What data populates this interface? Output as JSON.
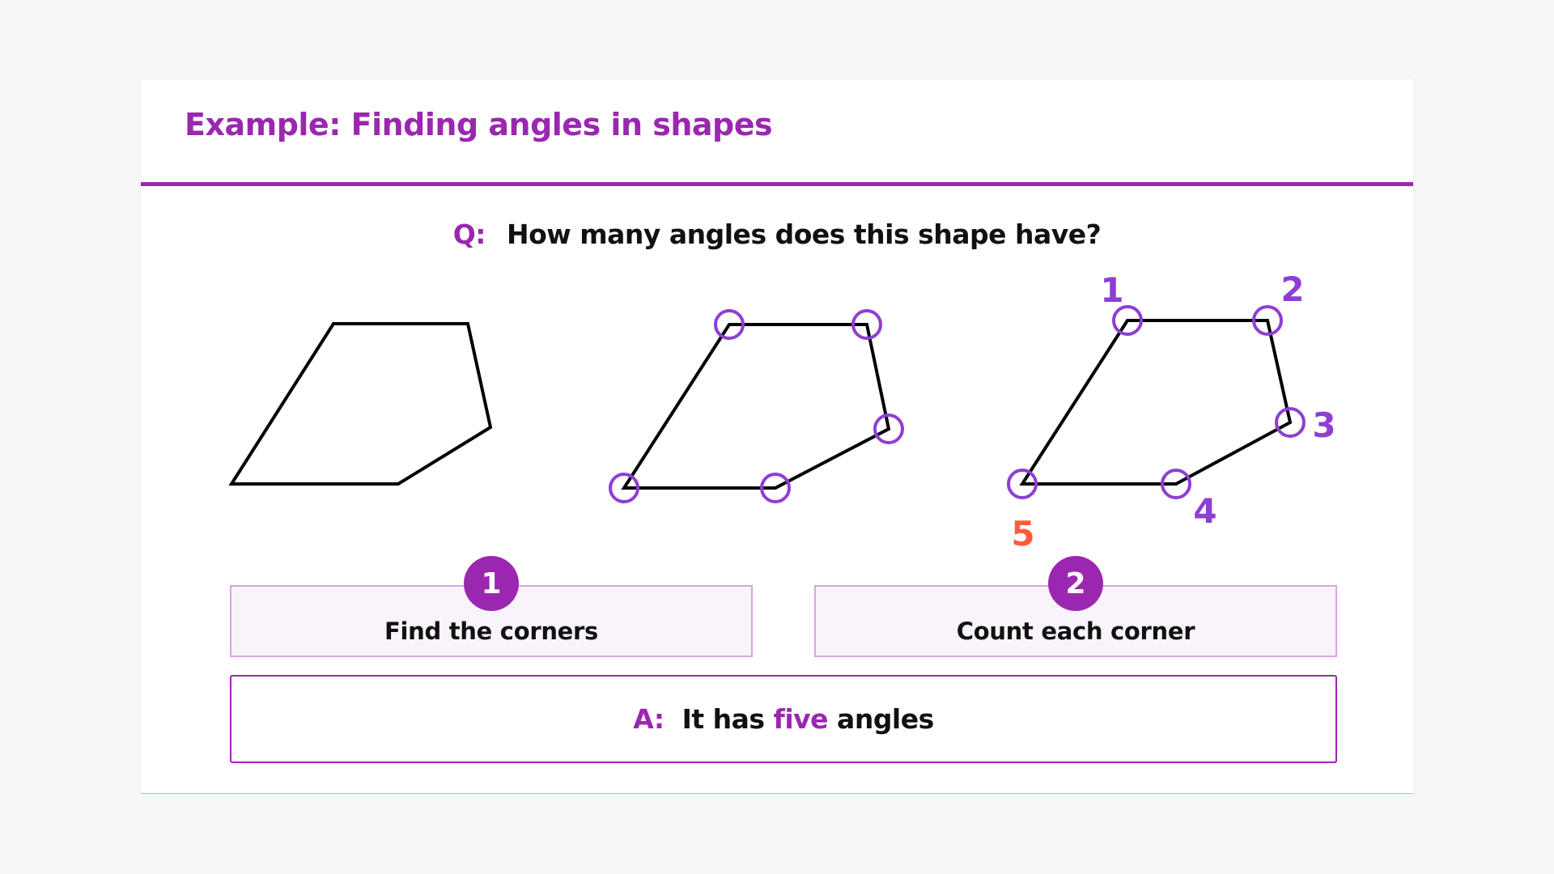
{
  "slide": {
    "title": "Example: Finding angles in shapes",
    "question": {
      "prefix": "Q:",
      "text": "How many angles does this shape have?"
    },
    "corner_labels": [
      "1",
      "2",
      "3",
      "4",
      "5"
    ],
    "steps": [
      {
        "number": "1",
        "label": "Find the corners"
      },
      {
        "number": "2",
        "label": "Count each corner"
      }
    ],
    "answer": {
      "prefix": "A:",
      "before": "It has ",
      "highlight": "five",
      "after": " angles"
    }
  },
  "colors": {
    "accent": "#9b27b0",
    "corner_marker": "#8e3ed3",
    "highlight_number": "#ff5b3a",
    "shape_outline": "#000000"
  }
}
